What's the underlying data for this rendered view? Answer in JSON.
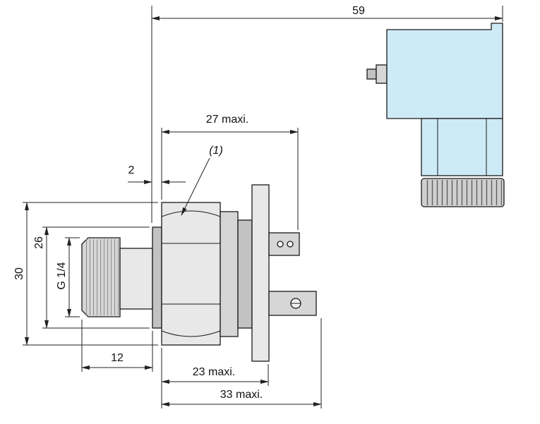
{
  "labels": {
    "overall_length": "59",
    "body_length_max": "27 maxi.",
    "callout": "(1)",
    "washer_thickness": "2",
    "hex_height": "30",
    "washer_diameter": "26",
    "thread_designation": "G 1/4",
    "thread_length": "12",
    "depth_max_23": "23 maxi.",
    "depth_max_33": "33 maxi."
  },
  "colors": {
    "line": "#1a1a1a",
    "connector_fill": "#cdeaf7",
    "metal_light": "#e8e8e8",
    "metal_mid": "#d6d6d6",
    "metal_dark": "#c2c2c2",
    "knurl_fill": "#cfcfcf",
    "hole_fill": "#f4f4f4"
  }
}
